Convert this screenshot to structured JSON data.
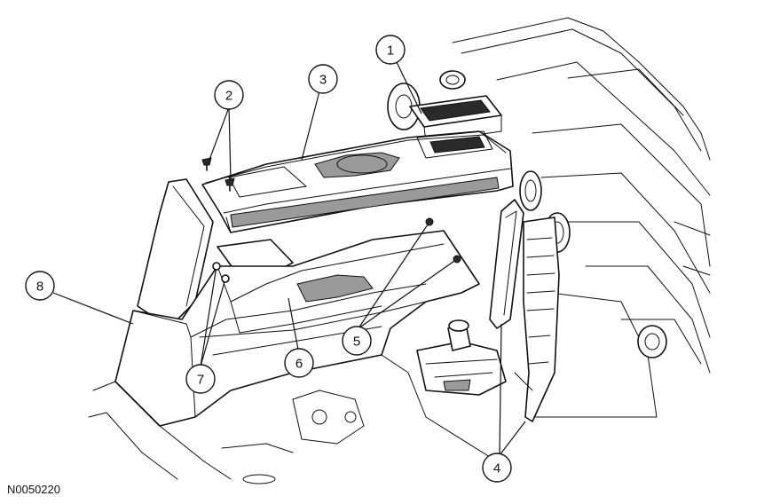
{
  "figure": {
    "id_label": "N0050220"
  },
  "callouts": [
    {
      "label": "1"
    },
    {
      "label": "2"
    },
    {
      "label": "3"
    },
    {
      "label": "4"
    },
    {
      "label": "5"
    },
    {
      "label": "6"
    },
    {
      "label": "7"
    },
    {
      "label": "8"
    }
  ]
}
